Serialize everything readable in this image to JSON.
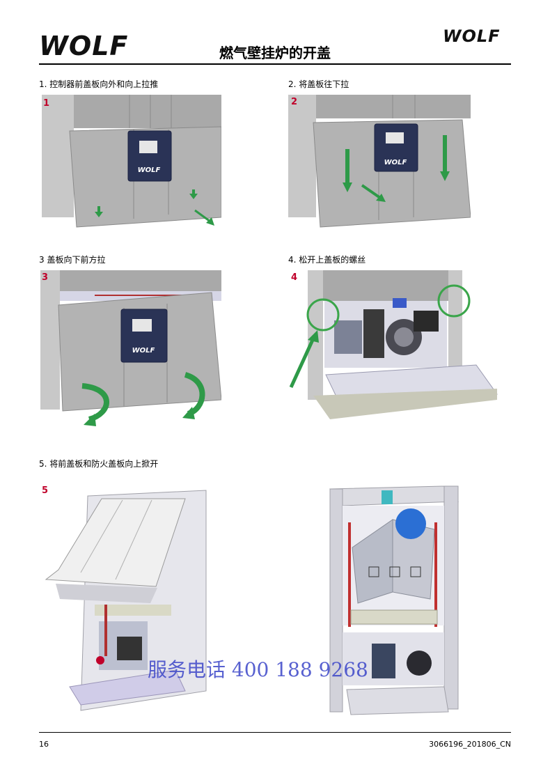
{
  "header": {
    "logo_left": "WOLF",
    "logo_right": "WOLF",
    "title": "燃气壁挂炉的开盖",
    "brand_color": "#d7221b"
  },
  "steps": [
    {
      "number": "1",
      "caption": "1. 控制器前盖板向外和向上拉推"
    },
    {
      "number": "2",
      "caption": "2. 将盖板往下拉"
    },
    {
      "number": "3",
      "caption": "3   盖板向下前方拉"
    },
    {
      "number": "4",
      "caption": "4. 松开上盖板的螺丝"
    },
    {
      "number": "5",
      "caption": "5. 将前盖板和防火盖板向上掀开"
    }
  ],
  "panel_logo": "WOLF",
  "watermark": "服务电话 400 188 9268",
  "footer": {
    "page_number": "16",
    "doc_code": "3066196_201806_CN"
  },
  "colors": {
    "arrow_green": "#2e9a48",
    "circle_green": "#3aa54a",
    "step_red": "#c0002a",
    "casing_grey": "#bdbdbd",
    "panel_navy": "#2a3356"
  }
}
